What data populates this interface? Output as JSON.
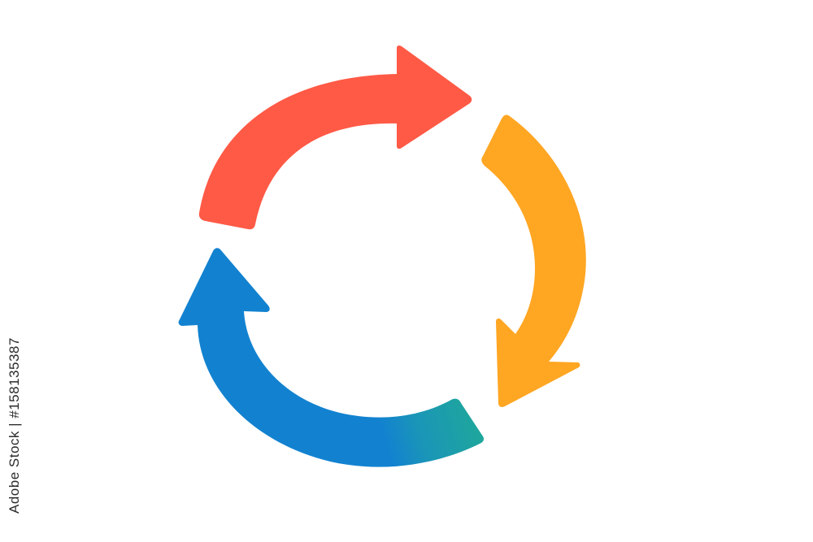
{
  "diagram": {
    "type": "circular-cycle",
    "arrows": [
      {
        "name": "red-arrow",
        "color": "#FF5A46"
      },
      {
        "name": "orange-arrow",
        "color": "#FFA623"
      },
      {
        "name": "blue-arrow",
        "color": "#1282D0"
      }
    ],
    "blend_color": "#1FA89A"
  },
  "watermark": {
    "stock_id": "Adobe Stock | #158135387"
  }
}
